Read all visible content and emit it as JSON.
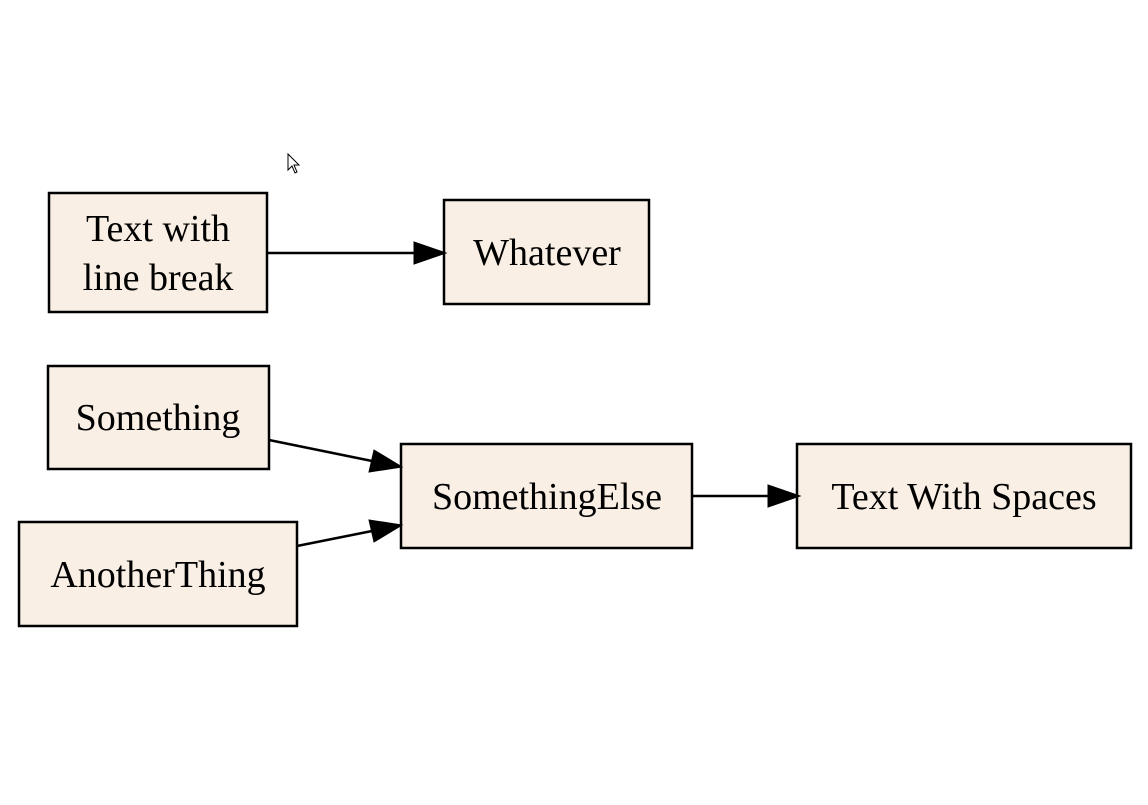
{
  "diagram": {
    "nodes": {
      "text_with_line_break": {
        "lines": [
          "Text with",
          "line break"
        ]
      },
      "whatever": {
        "label": "Whatever"
      },
      "something": {
        "label": "Something"
      },
      "another_thing": {
        "label": "AnotherThing"
      },
      "something_else": {
        "label": "SomethingElse"
      },
      "text_with_spaces": {
        "label": "Text With Spaces"
      }
    },
    "edges": [
      {
        "from": "Text with line break",
        "to": "Whatever"
      },
      {
        "from": "Something",
        "to": "SomethingElse"
      },
      {
        "from": "AnotherThing",
        "to": "SomethingElse"
      },
      {
        "from": "SomethingElse",
        "to": "Text With Spaces"
      }
    ],
    "colors": {
      "node_fill": "#f9efe5",
      "stroke": "#000000"
    }
  }
}
